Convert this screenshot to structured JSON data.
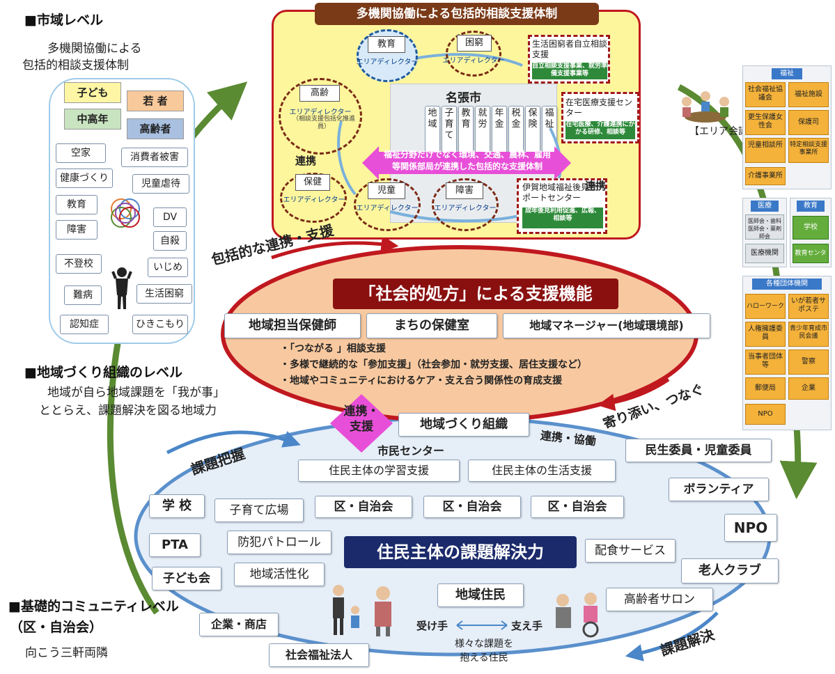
{
  "left": {
    "city_title": "■市域レベル",
    "city_sub": [
      "多機関協働による",
      "包括的相談支援体制"
    ],
    "categories": [
      "子ども",
      "若 者",
      "中高年",
      "高齢者"
    ],
    "issues_left": [
      "空家",
      "健康づくり",
      "教育",
      "障害",
      "不登校",
      "難病",
      "認知症"
    ],
    "issues_right": [
      "消費者被害",
      "児童虐待",
      "DV",
      "自殺",
      "いじめ",
      "生活困窮",
      "ひきこもり"
    ],
    "region_title": "■地域づくり組織のレベル",
    "region_sub": [
      "地域が自ら地域課題を「我が事」",
      "ととらえ、課題解決を図る地域力"
    ],
    "base_title": "■基礎的コミュニティレベル",
    "base_title2": "（区・自治会）",
    "base_sub": "向こう三軒両隣"
  },
  "top_panel": {
    "title": "多機関協働による包括的相談支援体制",
    "circles": [
      {
        "name": "教育",
        "sub": "エリアディレクター"
      },
      {
        "name": "困窮",
        "sub": "エリアディレクター"
      },
      {
        "name": "高齢",
        "sub": "エリアディレクター",
        "note": "（相談支援包括化推進員）"
      },
      {
        "name": "保健",
        "sub": "エリアディレクター"
      },
      {
        "name": "児童",
        "sub": "エリアディレクター"
      },
      {
        "name": "障害",
        "sub": "エリアディレクター"
      }
    ],
    "boxes": [
      {
        "title": "生活困窮者自立相談支援",
        "sub": "自立相談支援事業、就労準備支援事業等"
      },
      {
        "title": "在宅医療支援センター",
        "sub": "在宅医療、介護連携にかかる研修、相談等"
      },
      {
        "title": "伊賀地域福祉後見サポートセンター",
        "sub": "成年後見利用促進、広報、相談等"
      }
    ],
    "city_name": "名張市",
    "departments": [
      "地域",
      "子育て",
      "教育",
      "就労",
      "年金",
      "税金",
      "保険",
      "福祉"
    ],
    "pink_note": "福祉分野だけでなく環境、交通、農林、雇用等関係部局が連携した包括的な支援体制",
    "link_left": "連携",
    "link_right": "連携"
  },
  "center": {
    "arc_top": "包括的な連携・支援",
    "arc_right": "寄り添い、つなぐ",
    "title": "「社会的処方」による支援機能",
    "boxes": [
      "地域担当保健師",
      "まちの保健室",
      "地域マネージャー(地域環境部)"
    ],
    "bullets": [
      "・「つながる 」相談支援",
      "・多様で継続的な「参加支援」（社会参加・就労支援、居住支援など）",
      "・地域やコミュニティにおけるケア・支え合う関係性の育成支援"
    ],
    "diamond": "連携・支援"
  },
  "community": {
    "org_title": "地域づくり組織",
    "center_name": "市民センター",
    "collab": "連携・協働",
    "support1": "住民主体の学習支援",
    "support2": "住民主体の生活支援",
    "councils": [
      "区・自治会",
      "区・自治会",
      "区・自治会"
    ],
    "left_items": [
      "学 校",
      "PTA",
      "子ども会",
      "企業・商店",
      "社会福祉法人"
    ],
    "inner_items": [
      "子育て広場",
      "防犯パトロール",
      "地域活性化",
      "配食サービス",
      "高齢者サロン"
    ],
    "right_items": [
      "民生委員・児童委員",
      "ボランティア",
      "NPO",
      "老人クラブ"
    ],
    "main_title": "住民主体の課題解決力",
    "residents": "地域住民",
    "receiver": "受け手",
    "giver": "支え手",
    "resident_note": [
      "様々な課題を",
      "抱える住民"
    ],
    "arc_left": "課題把握",
    "arc_bottom": "課題解決"
  },
  "right_panel": {
    "area_meeting": "【エリア会議】",
    "welfare_label": "福祉",
    "welfare_items": [
      "社会福祉協議会",
      "福祉施設",
      "更生保護女性会",
      "保護司",
      "児童相談所",
      "特定相談支援事業所",
      "介護事業所"
    ],
    "medical_label": "医療",
    "medical_items": [
      "医師会・歯科医師会・薬剤師会",
      "医療機関"
    ],
    "education_label": "教育",
    "education_items": [
      "学校",
      "教育センター"
    ],
    "groups_label": "各種団体機関",
    "group_items": [
      "ハローワーク",
      "いが若者サポステ",
      "人権擁護委員",
      "青少年育成市民会議",
      "当事者団体等",
      "警察",
      "郵便局",
      "企業",
      "NPO"
    ]
  },
  "colors": {
    "green_arrow": "#5a8a32",
    "red_ring": "#c0181f",
    "blue_arc": "#4a86c8",
    "dark_red": "#8a1010",
    "navy": "#1b2a6b"
  }
}
